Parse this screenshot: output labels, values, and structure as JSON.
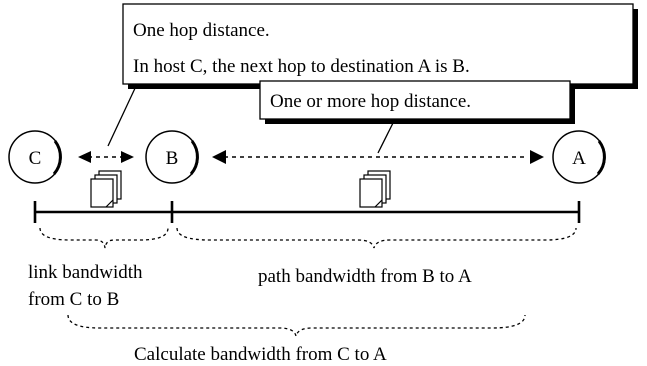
{
  "callouts": {
    "one_hop_line1": "One hop distance.",
    "one_hop_line2": "In host C, the next hop to destination A is B.",
    "multi_hop": "One or more hop distance."
  },
  "nodes": {
    "c": "C",
    "b": "B",
    "a": "A"
  },
  "labels": {
    "link_bw_line1": "link bandwidth",
    "link_bw_line2": "from C to B",
    "path_bw": "path bandwidth from B to A",
    "calc_bw": "Calculate bandwidth from C to A"
  }
}
